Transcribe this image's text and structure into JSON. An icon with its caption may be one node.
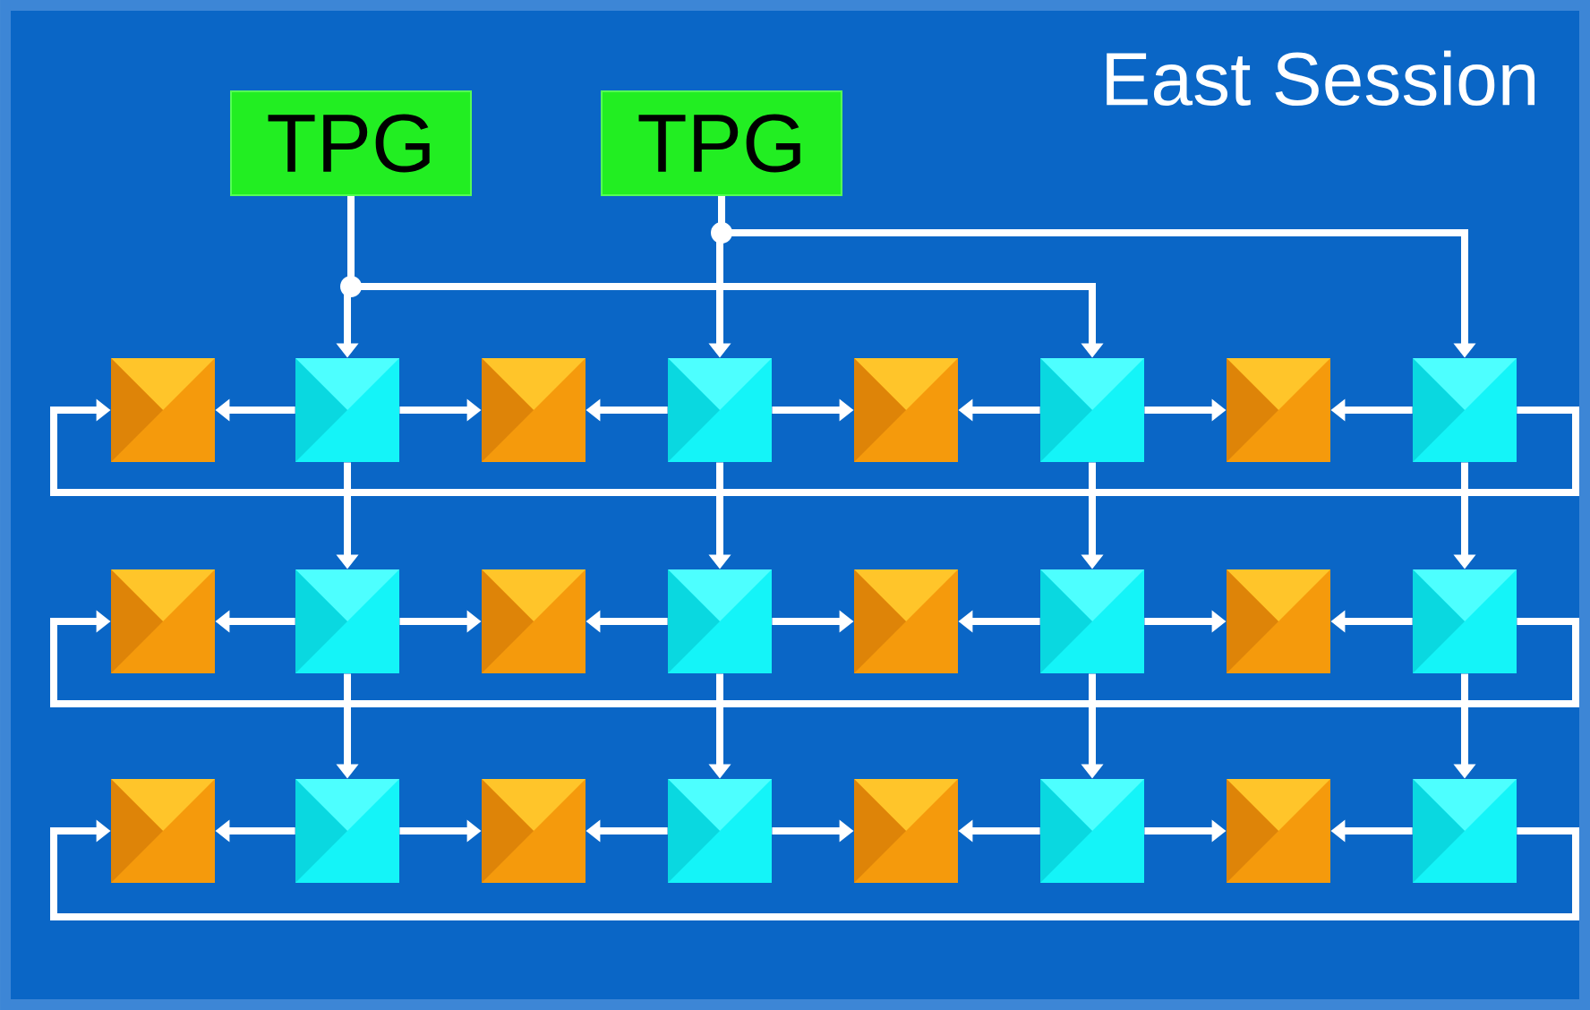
{
  "diagram": {
    "title": "East Session",
    "nodes": [
      {
        "text": [
          "TPG"
        ]
      },
      {
        "text": [
          "TPG"
        ]
      },
      {
        "text": [],
        "shape": "box"
      },
      {
        "text": [],
        "shape": "box"
      },
      {
        "text": [],
        "shape": "box"
      },
      {
        "text": [],
        "shape": "box"
      },
      {
        "text": [],
        "shape": "box"
      },
      {
        "text": [],
        "shape": "box"
      },
      {
        "text": [],
        "shape": "box"
      },
      {
        "text": [],
        "shape": "box"
      },
      {
        "text": [],
        "shape": "box"
      },
      {
        "text": [],
        "shape": "box"
      },
      {
        "text": [],
        "shape": "box"
      },
      {
        "text": [],
        "shape": "box"
      },
      {
        "text": [],
        "shape": "box"
      },
      {
        "text": [],
        "shape": "box"
      },
      {
        "text": [],
        "shape": "box"
      },
      {
        "text": [],
        "shape": "box"
      },
      {
        "text": [],
        "shape": "box"
      },
      {
        "text": [],
        "shape": "box"
      },
      {
        "text": [],
        "shape": "box"
      },
      {
        "text": [],
        "shape": "box"
      },
      {
        "text": [],
        "shape": "box"
      },
      {
        "text": [],
        "shape": "box"
      },
      {
        "text": [],
        "shape": "box"
      },
      {
        "text": [],
        "shape": "box"
      }
    ],
    "edges": [
      {
        "from": 0,
        "to": 3,
        "arrow": "to"
      },
      {
        "from": 0,
        "to": 7,
        "arrow": "to"
      },
      {
        "from": 1,
        "to": 5,
        "arrow": "to"
      },
      {
        "from": 1,
        "to": 9,
        "arrow": "to"
      },
      {
        "from": 3,
        "to": 2,
        "arrow": "to"
      },
      {
        "from": 3,
        "to": 4,
        "arrow": "to"
      },
      {
        "from": 5,
        "to": 4,
        "arrow": "to"
      },
      {
        "from": 5,
        "to": 6,
        "arrow": "to"
      },
      {
        "from": 7,
        "to": 6,
        "arrow": "to"
      },
      {
        "from": 7,
        "to": 8,
        "arrow": "to"
      },
      {
        "from": 9,
        "to": 8,
        "arrow": "to"
      },
      {
        "from": 9,
        "to": 2,
        "arrow": "to"
      },
      {
        "from": 11,
        "to": 10,
        "arrow": "to"
      },
      {
        "from": 11,
        "to": 12,
        "arrow": "to"
      },
      {
        "from": 13,
        "to": 12,
        "arrow": "to"
      },
      {
        "from": 13,
        "to": 14,
        "arrow": "to"
      },
      {
        "from": 15,
        "to": 14,
        "arrow": "to"
      },
      {
        "from": 15,
        "to": 16,
        "arrow": "to"
      },
      {
        "from": 17,
        "to": 16,
        "arrow": "to"
      },
      {
        "from": 17,
        "to": 10,
        "arrow": "to"
      },
      {
        "from": 19,
        "to": 18,
        "arrow": "to"
      },
      {
        "from": 19,
        "to": 20,
        "arrow": "to"
      },
      {
        "from": 21,
        "to": 20,
        "arrow": "to"
      },
      {
        "from": 21,
        "to": 22,
        "arrow": "to"
      },
      {
        "from": 23,
        "to": 22,
        "arrow": "to"
      },
      {
        "from": 23,
        "to": 24,
        "arrow": "to"
      },
      {
        "from": 25,
        "to": 24,
        "arrow": "to"
      },
      {
        "from": 25,
        "to": 18,
        "arrow": "to"
      },
      {
        "from": 3,
        "to": 11,
        "arrow": "to"
      },
      {
        "from": 5,
        "to": 13,
        "arrow": "to"
      },
      {
        "from": 7,
        "to": 15,
        "arrow": "to"
      },
      {
        "from": 9,
        "to": 17,
        "arrow": "to"
      },
      {
        "from": 11,
        "to": 19,
        "arrow": "to"
      },
      {
        "from": 13,
        "to": 21,
        "arrow": "to"
      },
      {
        "from": 15,
        "to": 23,
        "arrow": "to"
      },
      {
        "from": 17,
        "to": 25,
        "arrow": "to"
      }
    ]
  }
}
